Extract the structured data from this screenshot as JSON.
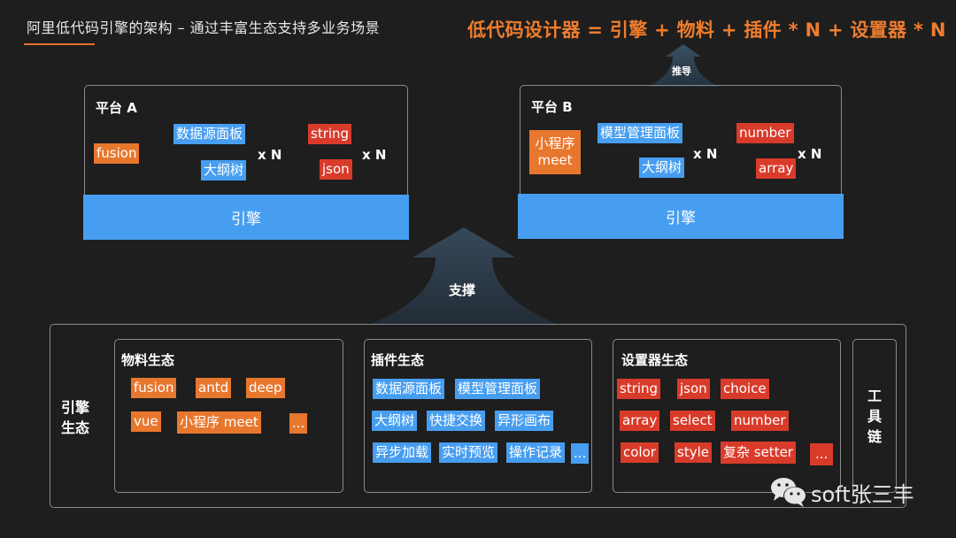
{
  "header": {
    "title": "阿里低代码引擎的架构 – 通过丰富生态支持多业务场景",
    "formula": "低代码设计器 = 引擎 + 物料 + 插件 * N + 设置器 * N"
  },
  "colors": {
    "background": "#1e1e1e",
    "accent_orange": "#e8772e",
    "formula_orange": "#ef7d2e",
    "plugin_blue": "#479ef0",
    "setter_red": "#d93b2a",
    "border_gray": "#8a8a8a"
  },
  "arrows": {
    "derive_label": "推导",
    "support_label": "支撑"
  },
  "platform_a": {
    "title": "平台 A",
    "material": "fusion",
    "plugins": [
      "数据源面板",
      "大纲树"
    ],
    "plugins_multiplier": "x N",
    "setters": [
      "string",
      "json"
    ],
    "setters_multiplier": "x N",
    "engine": "引擎"
  },
  "platform_b": {
    "title": "平台 B",
    "material_line1": "小程序",
    "material_line2": "meet",
    "plugins": [
      "模型管理面板",
      "大纲树"
    ],
    "plugins_multiplier": "x N",
    "setters": [
      "number",
      "array"
    ],
    "setters_multiplier": "x N",
    "engine": "引擎"
  },
  "ecosystem": {
    "label_line1": "引擎",
    "label_line2": "生态",
    "materials": {
      "title": "物料生态",
      "items": [
        "fusion",
        "antd",
        "deep",
        "vue",
        "小程序 meet",
        "..."
      ]
    },
    "plugins": {
      "title": "插件生态",
      "items": [
        "数据源面板",
        "模型管理面板",
        "大纲树",
        "快捷交换",
        "异形画布",
        "异步加载",
        "实时预览",
        "操作记录",
        "..."
      ]
    },
    "setters": {
      "title": "设置器生态",
      "items": [
        "string",
        "json",
        "choice",
        "array",
        "select",
        "number",
        "color",
        "style",
        "复杂 setter",
        "..."
      ]
    },
    "toolchain": {
      "chars": [
        "工",
        "具",
        "链"
      ]
    }
  },
  "watermark": {
    "icon": "wechat-icon",
    "text": "soft张三丰"
  }
}
